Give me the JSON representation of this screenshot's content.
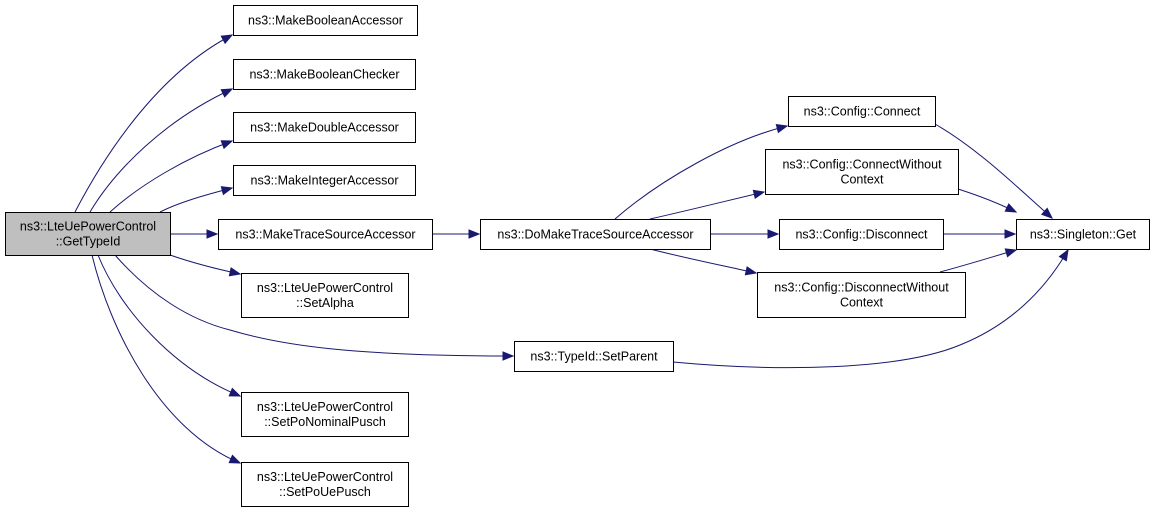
{
  "graph": {
    "colors": {
      "edge": "#191970",
      "root_fill": "#bfbfbf",
      "node_fill": "#ffffff",
      "node_border": "#000000"
    },
    "nodes": {
      "root": [
        "ns3::LteUePowerControl",
        "::GetTypeId"
      ],
      "make_boolean_accessor": [
        "ns3::MakeBooleanAccessor"
      ],
      "make_boolean_checker": [
        "ns3::MakeBooleanChecker"
      ],
      "make_double_accessor": [
        "ns3::MakeDoubleAccessor"
      ],
      "make_integer_accessor": [
        "ns3::MakeIntegerAccessor"
      ],
      "make_trace_source_accessor": [
        "ns3::MakeTraceSourceAccessor"
      ],
      "set_alpha": [
        "ns3::LteUePowerControl",
        "::SetAlpha"
      ],
      "set_po_nominal_pusch": [
        "ns3::LteUePowerControl",
        "::SetPoNominalPusch"
      ],
      "set_po_ue_pusch": [
        "ns3::LteUePowerControl",
        "::SetPoUePusch"
      ],
      "do_make_trace_source_accessor": [
        "ns3::DoMakeTraceSourceAccessor"
      ],
      "typeid_set_parent": [
        "ns3::TypeId::SetParent"
      ],
      "config_connect": [
        "ns3::Config::Connect"
      ],
      "config_connect_without_context": [
        "ns3::Config::ConnectWithout",
        "Context"
      ],
      "config_disconnect": [
        "ns3::Config::Disconnect"
      ],
      "config_disconnect_without_context": [
        "ns3::Config::DisconnectWithout",
        "Context"
      ],
      "singleton_get": [
        "ns3::Singleton::Get"
      ]
    },
    "edges": [
      [
        "root",
        "make_boolean_accessor"
      ],
      [
        "root",
        "make_boolean_checker"
      ],
      [
        "root",
        "make_double_accessor"
      ],
      [
        "root",
        "make_integer_accessor"
      ],
      [
        "root",
        "make_trace_source_accessor"
      ],
      [
        "root",
        "set_alpha"
      ],
      [
        "root",
        "typeid_set_parent"
      ],
      [
        "root",
        "set_po_nominal_pusch"
      ],
      [
        "root",
        "set_po_ue_pusch"
      ],
      [
        "make_trace_source_accessor",
        "do_make_trace_source_accessor"
      ],
      [
        "do_make_trace_source_accessor",
        "config_connect"
      ],
      [
        "do_make_trace_source_accessor",
        "config_connect_without_context"
      ],
      [
        "do_make_trace_source_accessor",
        "config_disconnect"
      ],
      [
        "do_make_trace_source_accessor",
        "config_disconnect_without_context"
      ],
      [
        "config_connect",
        "singleton_get"
      ],
      [
        "config_connect_without_context",
        "singleton_get"
      ],
      [
        "config_disconnect",
        "singleton_get"
      ],
      [
        "config_disconnect_without_context",
        "singleton_get"
      ],
      [
        "typeid_set_parent",
        "singleton_get"
      ]
    ]
  }
}
